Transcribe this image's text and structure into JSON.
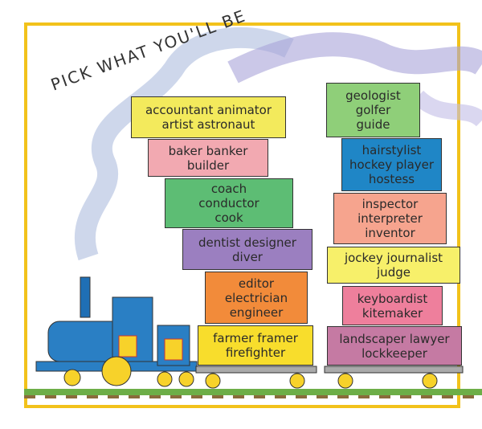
{
  "title": "PICK WHAT YOU'LL BE",
  "left_stack": [
    {
      "text": "accountant animator\nartist astronaut",
      "color": "#f3ea5c"
    },
    {
      "text": "baker banker\nbuilder",
      "color": "#f2a9b1"
    },
    {
      "text": "coach\nconductor\ncook",
      "color": "#5dbd74"
    },
    {
      "text": "dentist designer\ndiver",
      "color": "#9b7fc0"
    },
    {
      "text": "editor\nelectrician\nengineer",
      "color": "#f28b3a"
    },
    {
      "text": "farmer framer\nfirefighter",
      "color": "#f8dd2c"
    }
  ],
  "right_stack": [
    {
      "text": "geologist\ngolfer\nguide",
      "color": "#8fcf79"
    },
    {
      "text": "hairstylist\nhockey player\nhostess",
      "color": "#1f86c6"
    },
    {
      "text": "inspector\ninterpreter\ninventor",
      "color": "#f6a48e"
    },
    {
      "text": "jockey journalist\njudge",
      "color": "#f7f06a"
    },
    {
      "text": "keyboardist\nkitemaker",
      "color": "#ee7f9c"
    },
    {
      "text": "landscaper lawyer\nlockkeeper",
      "color": "#c57aa3"
    }
  ]
}
